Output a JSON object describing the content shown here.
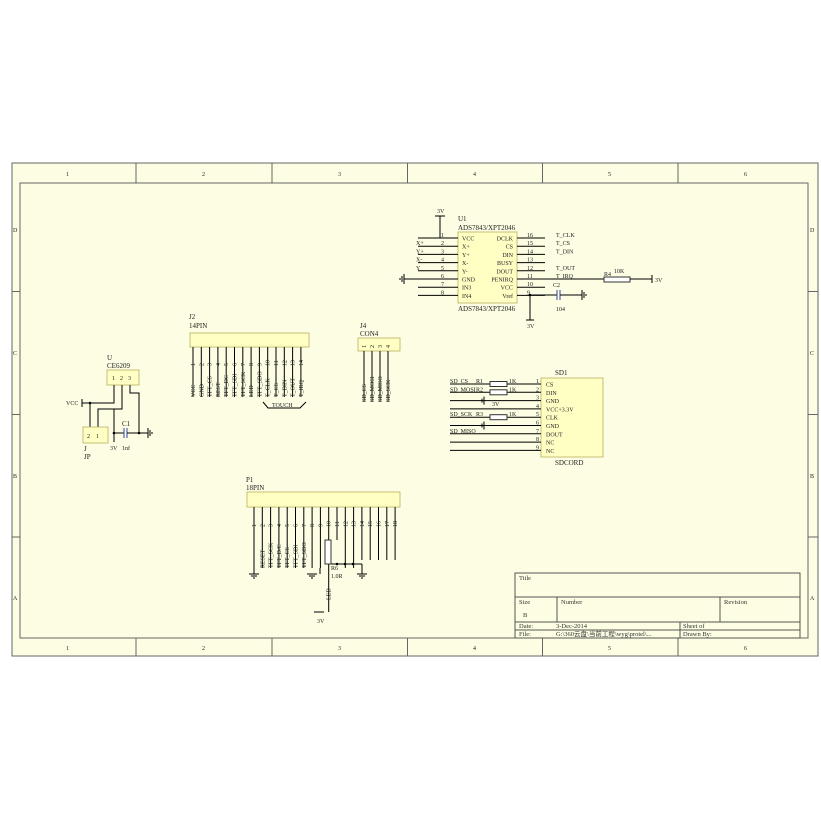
{
  "colors": {
    "sheet": "#fdfde3",
    "component": "#ffffc4",
    "wire": "#000000",
    "capacitor": "#3344aa"
  },
  "border": {
    "columns": [
      "1",
      "2",
      "3",
      "4",
      "5",
      "6"
    ],
    "rows": [
      "D",
      "C",
      "B",
      "A"
    ]
  },
  "u1": {
    "ref": "U1",
    "part": "ADS7843/XPT2046",
    "part_bottom": "ADS7843/XPT2046",
    "power_top": "3V",
    "power_bottom": "3V",
    "left_pins": [
      {
        "num": "1",
        "name": "VCC",
        "net": ""
      },
      {
        "num": "2",
        "name": "X+",
        "net": "X+"
      },
      {
        "num": "3",
        "name": "Y+",
        "net": "Y+"
      },
      {
        "num": "4",
        "name": "X-",
        "net": "X-"
      },
      {
        "num": "5",
        "name": "Y-",
        "net": "Y"
      },
      {
        "num": "6",
        "name": "GND",
        "net": ""
      },
      {
        "num": "7",
        "name": "IN3",
        "net": ""
      },
      {
        "num": "8",
        "name": "IN4",
        "net": ""
      }
    ],
    "right_pins": [
      {
        "num": "16",
        "name": "DCLK",
        "net": "T_CLK"
      },
      {
        "num": "15",
        "name": "CS",
        "net": "T_CS"
      },
      {
        "num": "14",
        "name": "DIN",
        "net": "T_DIN"
      },
      {
        "num": "13",
        "name": "BUSY",
        "net": ""
      },
      {
        "num": "12",
        "name": "DOUT",
        "net": "T_OUT"
      },
      {
        "num": "11",
        "name": "PENIRQ",
        "net": "T_IRQ"
      },
      {
        "num": "10",
        "name": "VCC",
        "net": ""
      },
      {
        "num": "9",
        "name": "Vref",
        "net": ""
      }
    ],
    "r4": {
      "ref": "R4",
      "value": "10K",
      "power": "3V"
    },
    "c2": {
      "ref": "C2",
      "value": "104"
    }
  },
  "sd1": {
    "ref": "SD1",
    "part": "SDCORD",
    "power": "3V",
    "pins": [
      {
        "num": "1",
        "name": "CS",
        "net": "SD_CS",
        "res": "R1",
        "rv": "1K"
      },
      {
        "num": "2",
        "name": "DIN",
        "net": "SD_MOSI",
        "res": "R2",
        "rv": "1K"
      },
      {
        "num": "3",
        "name": "GND",
        "net": "",
        "res": "",
        "rv": ""
      },
      {
        "num": "4",
        "name": "VCC+3.3V",
        "net": "",
        "res": "",
        "rv": ""
      },
      {
        "num": "5",
        "name": "CLK",
        "net": "SD_SCK",
        "res": "R3",
        "rv": "1K"
      },
      {
        "num": "6",
        "name": "GND",
        "net": "",
        "res": "",
        "rv": ""
      },
      {
        "num": "7",
        "name": "DOUT",
        "net": "SD_MISO",
        "res": "",
        "rv": ""
      },
      {
        "num": "8",
        "name": "NC",
        "net": "",
        "res": "",
        "rv": ""
      },
      {
        "num": "9",
        "name": "NC",
        "net": "",
        "res": "",
        "rv": ""
      }
    ]
  },
  "j2": {
    "ref": "J2",
    "part": "14PIN",
    "bracket_label": "TOUCH",
    "pins": [
      "1",
      "2",
      "3",
      "4",
      "5",
      "6",
      "7",
      "8",
      "9",
      "10",
      "11",
      "12",
      "13",
      "14"
    ],
    "nets": [
      "VCC",
      "GND",
      "TFT_CS",
      "REST",
      "TFT_DC",
      "TFT_SDI",
      "TFT_SCK",
      "LED",
      "TFT_SDO",
      "T_CLK",
      "T_CS",
      "T_DIN",
      "T_OUT",
      "T_IRQ"
    ]
  },
  "j4": {
    "ref": "J4",
    "part": "CON4",
    "pins": [
      "1",
      "2",
      "3",
      "4"
    ],
    "nets": [
      "SD_CS",
      "SD_MOSI",
      "SD_MISO",
      "SD_SCK"
    ]
  },
  "ldo": {
    "ref": "U",
    "part": "CE6209",
    "pins": [
      "1",
      "2",
      "3"
    ],
    "vcc": "VCC",
    "jp_ref": "J",
    "jp_part": "JP",
    "jp_pins": [
      "2",
      "1"
    ],
    "c1": {
      "ref": "C1",
      "value": "1nf"
    },
    "out": "3V"
  },
  "p1": {
    "ref": "P1",
    "part": "18PIN",
    "pins": [
      "1",
      "2",
      "3",
      "4",
      "5",
      "6",
      "7",
      "8",
      "9",
      "10",
      "11",
      "12",
      "13",
      "14",
      "15",
      "16",
      "17",
      "18"
    ],
    "nets": [
      "",
      "RESET",
      "TFT_SCK",
      "TFT_D/C",
      "TFT_CS",
      "TFT_SDI",
      "TFT_SDO",
      "",
      "",
      "LED",
      "",
      "",
      "",
      "",
      "",
      "",
      "",
      ""
    ],
    "r6": {
      "ref": "R6",
      "value": "1.0R"
    },
    "power": "3V"
  },
  "title_block": {
    "title_label": "Title",
    "size_label": "Size",
    "size": "B",
    "number_label": "Number",
    "revision_label": "Revision",
    "date_label": "Date:",
    "date": "3-Dec-2014",
    "sheet_label": "Sheet  of",
    "file_label": "File:",
    "file": "G:\\360云盘\\当前工程\\wyg\\protel\\...",
    "drawn_label": "Drawn By:"
  }
}
